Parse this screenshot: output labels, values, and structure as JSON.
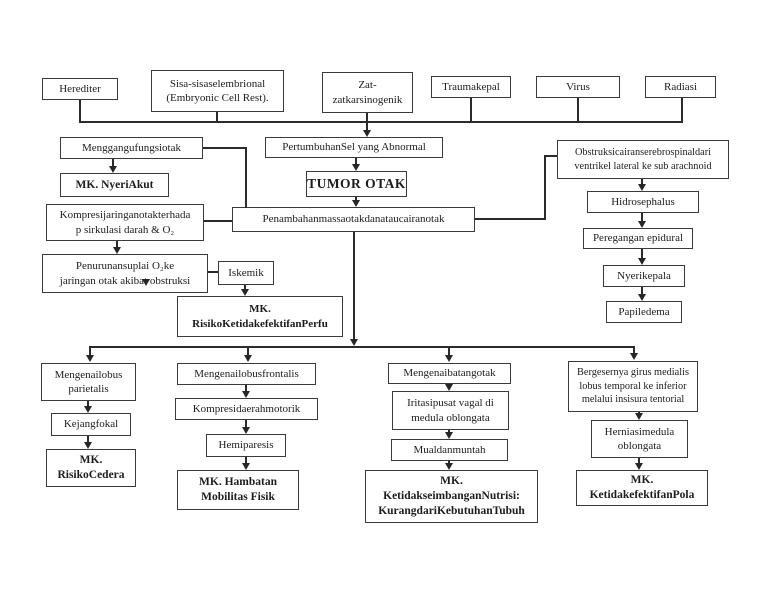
{
  "colors": {
    "ink": "#2b2b2b",
    "background": "#ffffff"
  },
  "nodes": {
    "herediter": {
      "lines": [
        "Herediter"
      ]
    },
    "sisa": {
      "lines": [
        "Sisa-sisaselembrional",
        "(Embryonic Cell Rest)."
      ]
    },
    "zat": {
      "lines": [
        "Zat-",
        "zatkarsinogenik"
      ]
    },
    "trauma": {
      "lines": [
        "Traumakepal"
      ]
    },
    "virus": {
      "lines": [
        "Virus"
      ]
    },
    "radiasi": {
      "lines": [
        "Radiasi"
      ]
    },
    "mengganggu": {
      "lines": [
        "Menggangufungsiotak"
      ]
    },
    "pertumbuhan": {
      "lines": [
        "PertumbuhanSel yang Abnormal"
      ]
    },
    "obstruksi": {
      "lines": [
        "Obstruksicairanserebrospinaldari",
        "ventrikel lateral ke sub arachnoid"
      ]
    },
    "nyeriakut": {
      "lines": [
        "MK. NyeriAkut"
      ]
    },
    "tumorotak": {
      "lines": [
        "TUMOR OTAK"
      ]
    },
    "hidrosephalus": {
      "lines": [
        "Hidrosephalus"
      ]
    },
    "kompresi": {
      "lines": [
        "Kompresijaringanotakterhada",
        "p sirkulasi darah & O₂"
      ]
    },
    "penambahan": {
      "lines": [
        "Penambahanmassaotakdanataucairanotak"
      ]
    },
    "peregangan": {
      "lines": [
        "Peregangan epidural"
      ]
    },
    "penurunan": {
      "lines": [
        "Penurunansuplai O₂ke",
        "jaringan otak akibat obstruksi"
      ]
    },
    "iskemik": {
      "lines": [
        "Iskemik"
      ]
    },
    "nyerikepala": {
      "lines": [
        "Nyerikepala"
      ]
    },
    "perfu": {
      "lines": [
        "MK.",
        "RisikoKetidakefektifanPerfu"
      ]
    },
    "papiledema": {
      "lines": [
        "Papiledema"
      ]
    },
    "parietalis": {
      "lines": [
        "Mengenailobus",
        "parietalis"
      ]
    },
    "kejang": {
      "lines": [
        "Kejangfokal"
      ]
    },
    "cedera": {
      "lines": [
        "MK.",
        "RisikoCedera"
      ]
    },
    "frontalis": {
      "lines": [
        "Mengenailobusfrontalis"
      ]
    },
    "motorik": {
      "lines": [
        "Kompresidaerahmotorik"
      ]
    },
    "hemiparesis": {
      "lines": [
        "Hemiparesis"
      ]
    },
    "hambatan": {
      "lines": [
        "MK. Hambatan",
        "Mobilitas Fisik"
      ]
    },
    "batangotak": {
      "lines": [
        "Mengenaibatangotak"
      ]
    },
    "iritasi": {
      "lines": [
        "Iritasipusat vagal di",
        "medula oblongata"
      ]
    },
    "mual": {
      "lines": [
        "Mualdanmuntah"
      ]
    },
    "nutrisi": {
      "lines": [
        "MK.",
        "KetidakseimbanganNutrisi:",
        "KurangdariKebutuhanTubuh"
      ]
    },
    "bergeser": {
      "lines": [
        "Bergesernya girus medialis",
        "lobus temporal ke inferior",
        "melalui insisura tentorial"
      ]
    },
    "herniasi": {
      "lines": [
        "Herniasimedula",
        "oblongata"
      ]
    },
    "pola": {
      "lines": [
        "MK.",
        "KetidakefektifanPola"
      ]
    }
  }
}
